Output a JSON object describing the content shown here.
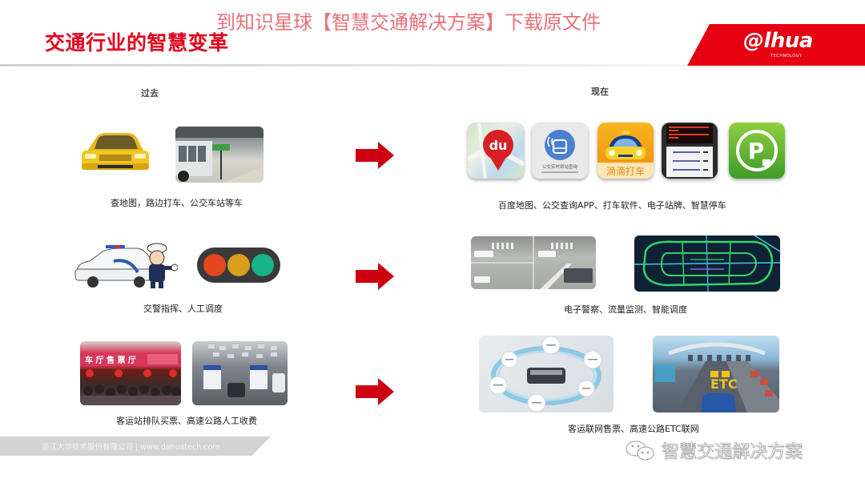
{
  "watermark_top": "到知识星球【智慧交通解决方案】下载原文件",
  "slide": {
    "title": "交通行业的智慧变革",
    "title_color": "#e2001a"
  },
  "brand": {
    "logo": "alhua",
    "logo_display": "@lhua",
    "tagline": "TECHNOLOGY",
    "color": "#e50012"
  },
  "columns": {
    "past": "过去",
    "present": "现在"
  },
  "rows": [
    {
      "past_caption": "查地图，路边打车、公交车站等车",
      "past_images": [
        "yellow-taxi",
        "bus-station-platform"
      ],
      "present_caption": "百度地图、公交查询APP、打车软件、电子站牌、智慧停车",
      "present_images": [
        "baidu-map-app",
        "bus-query-app",
        "didi-taxi-app",
        "electronic-bus-board",
        "smart-parking-app"
      ]
    },
    {
      "past_caption": "交警指挥、人工调度",
      "past_images": [
        "traffic-police-car",
        "traffic-light"
      ],
      "present_caption": "电子警察、流量监测、智能调度",
      "present_images": [
        "cctv-intersection-monitoring",
        "traffic-flow-map"
      ]
    },
    {
      "past_caption": "客运站排队买票、高速公路人工收费",
      "past_images": [
        "ticket-hall-queue",
        "highway-toll-booth"
      ],
      "present_caption": "客运联网售票、高速公路ETC联网",
      "present_images": [
        "networked-ticketing-diagram",
        "highway-etc-lane"
      ]
    }
  ],
  "app_icons": {
    "baidu_label": "du",
    "bus_label": "公交实时到站查询",
    "didi_label": "滴滴打车",
    "parking_label": "P"
  },
  "etc_label": "ETC",
  "arrow_color": "#cc0011",
  "footer": {
    "text": "浙江大华技术股份有限公司 | www.dahuatech.com"
  },
  "wechat_watermark": "智慧交通解决方案"
}
